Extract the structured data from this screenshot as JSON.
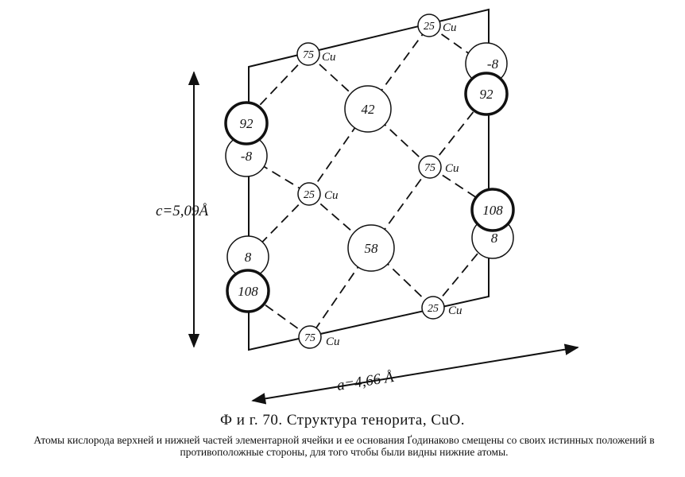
{
  "figure": {
    "caption_title": "Ф и г.  70. Структура тенорита, CuO.",
    "caption_text": "Атомы кислорода верхней и нижней частей элементарной ячейки и ее основания Ґодинаково смещены со своих истинных положений в противоположные стороны, для того чтобы были видны нижние атомы."
  },
  "atoms": {
    "cu_top": {
      "height": "25",
      "element": "Cu"
    },
    "cu_upper_left": {
      "height": "75",
      "element": "Cu"
    },
    "cu_right_mid": {
      "height": "75",
      "element": "Cu"
    },
    "cu_center": {
      "height": "25",
      "element": "Cu"
    },
    "cu_lower_right": {
      "height": "25",
      "element": "Cu"
    },
    "cu_bottom": {
      "height": "75",
      "element": "Cu"
    },
    "o_center_upper": {
      "height": "42"
    },
    "o_center_lower": {
      "height": "58"
    },
    "o_left_upper_front": {
      "height": "92"
    },
    "o_left_upper_back": {
      "height": "-8"
    },
    "o_left_lower_back": {
      "height": "8"
    },
    "o_left_lower_front": {
      "height": "108"
    },
    "o_right_upper_back": {
      "height": "-8"
    },
    "o_right_upper_front": {
      "height": "92"
    },
    "o_right_lower_front": {
      "height": "108"
    },
    "o_right_lower_back": {
      "height": "8"
    }
  },
  "dimensions": {
    "c_label": "c=5,09Å",
    "a_label": "a=4,66 Å"
  }
}
